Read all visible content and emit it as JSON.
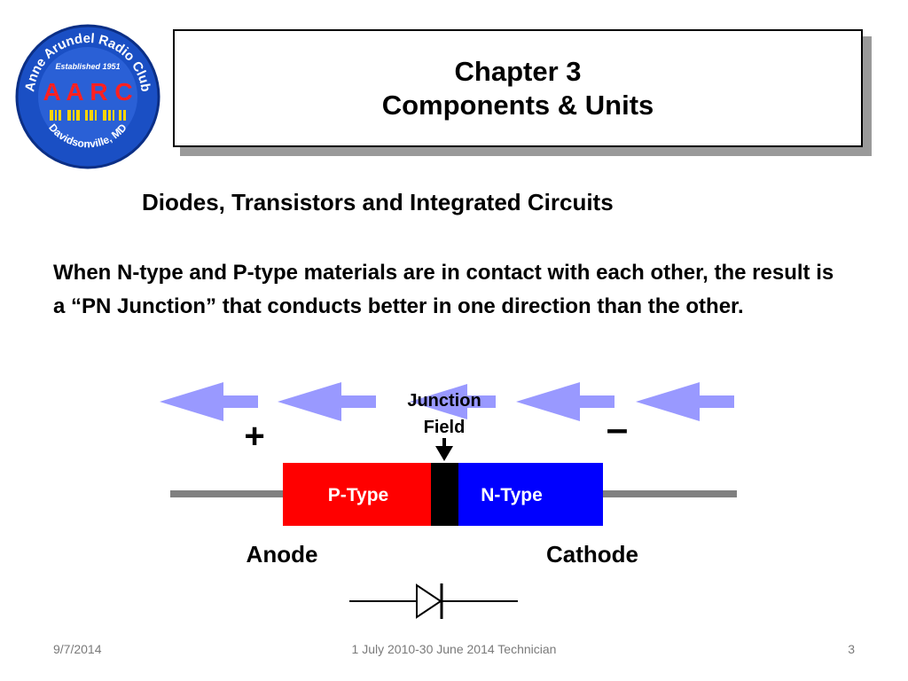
{
  "logo": {
    "club_name": "Anne Arundel Radio Club",
    "established": "Established 1951",
    "acronym": "A A R C",
    "location": "Davidsonville, MD"
  },
  "title": {
    "line1": "Chapter 3",
    "line2": "Components & Units"
  },
  "subtitle": "Diodes, Transistors and Integrated Circuits",
  "body": "When N-type and P-type materials are in contact with each other, the result is a “PN Junction” that conducts better in one direction than the other.",
  "diagram": {
    "junction_label_line1": "Junction",
    "junction_label_line2": "Field",
    "plus_sign": "+",
    "minus_sign": "–",
    "p_type_label": "P-Type",
    "n_type_label": "N-Type",
    "anode_label": "Anode",
    "cathode_label": "Cathode",
    "colors": {
      "p_type": "#ff0000",
      "n_type": "#0000ff",
      "junction": "#000000",
      "arrows": "#9999ff",
      "leads": "#808080"
    }
  },
  "footer": {
    "date": "9/7/2014",
    "center": "1 July 2010-30 June 2014 Technician",
    "page": "3"
  }
}
